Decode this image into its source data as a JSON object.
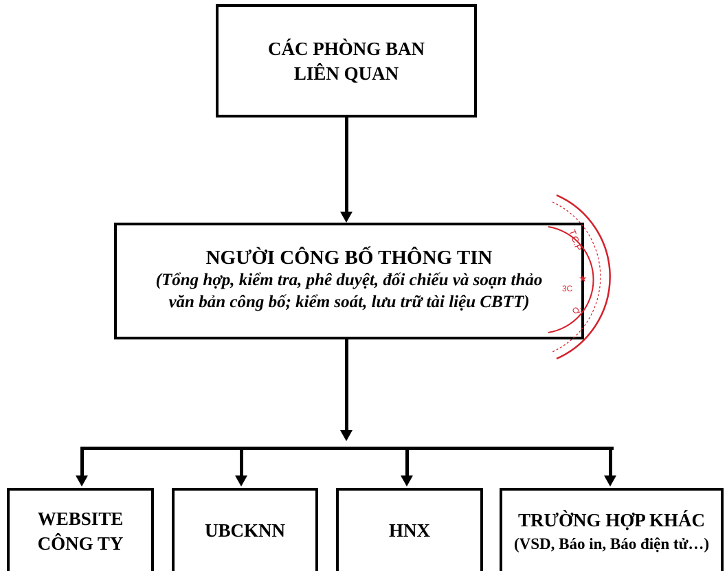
{
  "diagram": {
    "top_box": {
      "line1": "CÁC PHÒNG BAN",
      "line2": "LIÊN QUAN"
    },
    "middle_box": {
      "title": "NGƯỜI CÔNG BỐ THÔNG TIN",
      "description_line1": "(Tổng hợp, kiểm tra, phê duyệt, đối chiếu và soạn thảo",
      "description_line2": "văn bản công bố; kiểm soát, lưu trữ tài liệu CBTT)"
    },
    "bottom_boxes": [
      {
        "line1": "WEBSITE",
        "line2": "CÔNG TY"
      },
      {
        "label": "UBCKNN"
      },
      {
        "label": "HNX"
      },
      {
        "line1": "TRƯỜNG HỢP KHÁC",
        "line2": "(VSD, Báo in, Báo điện tử…)"
      }
    ],
    "stamp": {
      "color": "#d4202a",
      "text": "T.C.P ★"
    }
  }
}
